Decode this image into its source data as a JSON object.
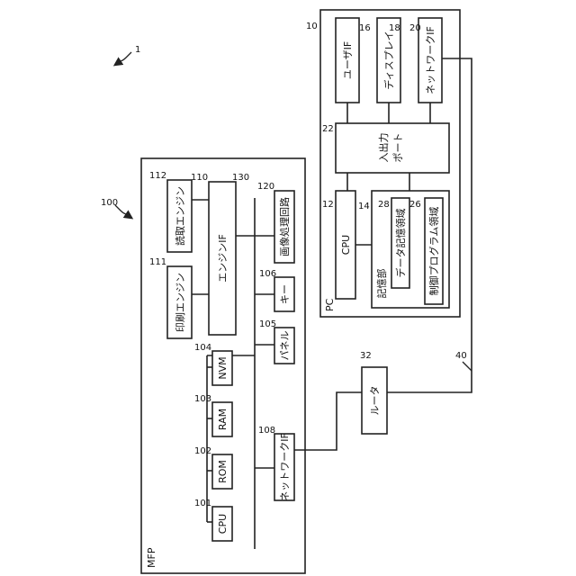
{
  "figure": {
    "system_ref": "1",
    "mfp": {
      "ref": "100",
      "label": "MFP",
      "blocks": {
        "cpu": {
          "ref": "101",
          "label": "CPU"
        },
        "rom": {
          "ref": "102",
          "label": "ROM"
        },
        "ram": {
          "ref": "103",
          "label": "RAM"
        },
        "nvm": {
          "ref": "104",
          "label": "NVM"
        },
        "panel": {
          "ref": "105",
          "label": "パネル"
        },
        "key": {
          "ref": "106",
          "label": "キー"
        },
        "netif": {
          "ref": "108",
          "label": "ネットワークIF"
        },
        "engine_if": {
          "ref": "110",
          "label": "エンジンIF"
        },
        "print_engine": {
          "ref": "111",
          "label": "印刷エンジン"
        },
        "scan_engine": {
          "ref": "112",
          "label": "読取エンジン"
        },
        "image_proc": {
          "ref": "120",
          "label": "画像処理回路"
        },
        "image_proc_group": {
          "ref": "130"
        }
      }
    },
    "pc": {
      "ref": "10",
      "label": "PC",
      "blocks": {
        "cpu": {
          "ref": "12",
          "label": "CPU"
        },
        "storage": {
          "ref": "14",
          "label": "記憶部"
        },
        "data_area": {
          "ref": "28",
          "label": "データ記憶領域"
        },
        "program_area": {
          "ref": "26",
          "label": "制御プログラム領域"
        },
        "io_port": {
          "ref": "22",
          "label_line1": "入出力",
          "label_line2": "ポート"
        },
        "user_if": {
          "ref": "16",
          "label": "ユーザIF"
        },
        "display": {
          "ref": "18",
          "label": "ディスプレイ"
        },
        "netif": {
          "ref": "20",
          "label": "ネットワークIF"
        }
      }
    },
    "router": {
      "ref": "32",
      "label": "ルータ"
    },
    "network": {
      "ref": "40"
    }
  }
}
